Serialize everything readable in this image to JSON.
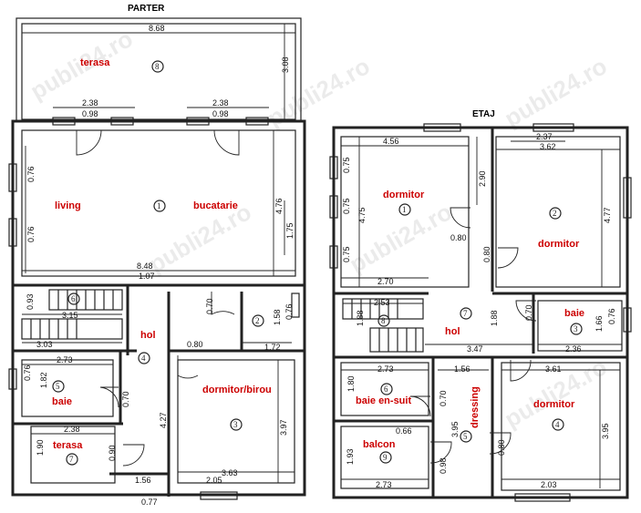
{
  "titles": {
    "ground": "PARTER",
    "upper": "ETAJ"
  },
  "watermark": "publi24.ro",
  "ground_rooms": [
    {
      "label": "terasa",
      "num": "8"
    },
    {
      "label": "living",
      "num": "1"
    },
    {
      "label": "bucatarie",
      "num": ""
    },
    {
      "label": "hol",
      "num": "4"
    },
    {
      "label": "dormitor/birou",
      "num": "3"
    },
    {
      "label": "baie",
      "num": "5"
    },
    {
      "label": "terasa",
      "num": "7"
    },
    {
      "label": "",
      "num": "2"
    },
    {
      "label": "",
      "num": "6"
    }
  ],
  "upper_rooms": [
    {
      "label": "dormitor",
      "num": "1"
    },
    {
      "label": "dormitor",
      "num": "2"
    },
    {
      "label": "hol",
      "num": "7"
    },
    {
      "label": "baie",
      "num": "3"
    },
    {
      "label": "baie en-suit",
      "num": "6"
    },
    {
      "label": "dressing",
      "num": "5"
    },
    {
      "label": "balcon",
      "num": "9"
    },
    {
      "label": "dormitor",
      "num": "4"
    },
    {
      "label": "",
      "num": "8"
    }
  ],
  "ground_dims": [
    "8.68",
    "3.08",
    "2.38",
    "0.98",
    "2.38",
    "0.98",
    "0.76",
    "0.76",
    "4.76",
    "1.75",
    "8.48",
    "1.07",
    "0.93",
    "3.15",
    "0.70",
    "1.58",
    "0.76",
    "3.03",
    "0.80",
    "1.72",
    "2.73",
    "0.76",
    "1.82",
    "0.70",
    "4.27",
    "3.97",
    "2.38",
    "1.90",
    "0.90",
    "3.63",
    "2.05",
    "1.56",
    "0.77"
  ],
  "upper_dims": [
    "4.56",
    "2.37",
    "3.62",
    "0.75",
    "0.75",
    "4.75",
    "2.90",
    "0.80",
    "0.75",
    "0.80",
    "4.77",
    "2.70",
    "2.53",
    "1.88",
    "0.70",
    "1.66",
    "0.76",
    "1.88",
    "3.47",
    "2.36",
    "2.73",
    "1.56",
    "3.61",
    "1.80",
    "0.70",
    "3.95",
    "0.66",
    "3.95",
    "1.93",
    "0.98",
    "0.80",
    "2.73",
    "2.03"
  ]
}
